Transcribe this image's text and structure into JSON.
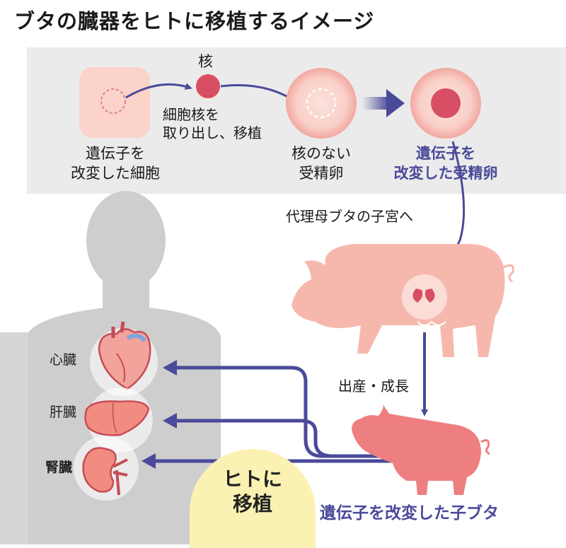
{
  "title": "ブタの臓器をヒトに移植するイメージ",
  "top_panel": {
    "nucleus_label": "核",
    "step_label_line1": "細胞核を",
    "step_label_line2": "取り出し、移植",
    "cell1_label_line1": "遺伝子を",
    "cell1_label_line2": "改変した細胞",
    "cell2_label_line1": "核のない",
    "cell2_label_line2": "受精卵",
    "cell3_label_line1": "遺伝子を",
    "cell3_label_line2": "改変した受精卵"
  },
  "surrogate_label": "代理母ブタの子宮へ",
  "birth_label": "出産・成長",
  "piglet_label": "遺伝子を改変した子ブタ",
  "organs": {
    "heart": "心臓",
    "liver": "肝臓",
    "kidney": "腎臓"
  },
  "transplant_label_line1": "ヒトに",
  "transplant_label_line2": "移植",
  "colors": {
    "panel_bg": "#ebebeb",
    "arrow_purple": "#4a4a9a",
    "pink_light": "#f7c4bb",
    "pink_core": "#d9546a",
    "pig_pink": "#f6b8ad",
    "piglet_pink": "#ee7f80",
    "human_gray": "#cfcfcf",
    "pill_yellow": "#fbf1b3"
  }
}
